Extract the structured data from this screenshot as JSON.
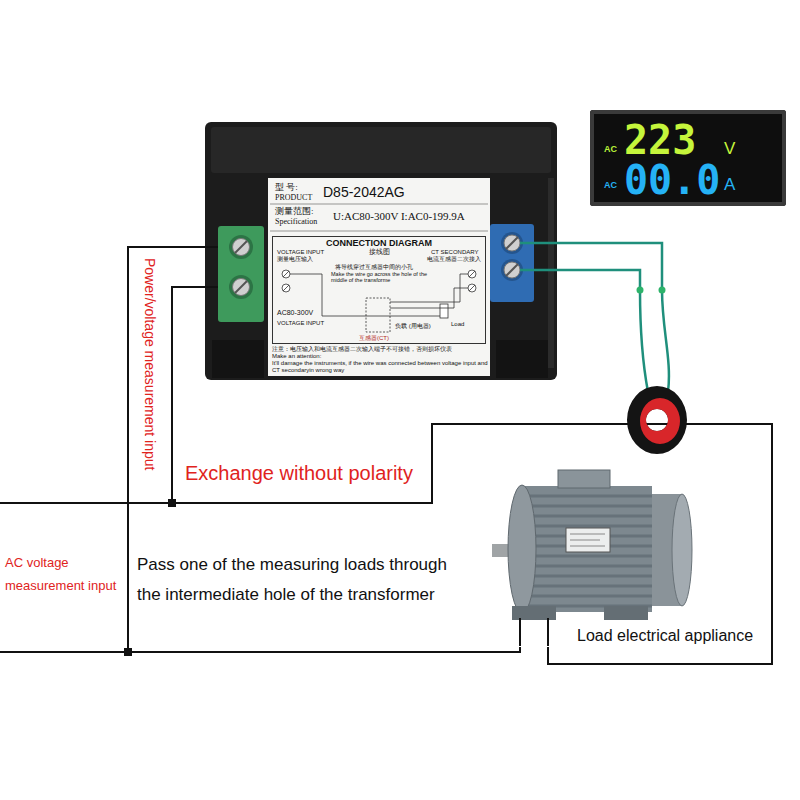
{
  "diagram": {
    "nodes": [
      {
        "text": [
          "型 号:",
          "PRODUCT",
          "D85-2042AG",
          "测量范围:",
          "Specification",
          "U:AC80-300V I:AC0-199.9A",
          "注意：电压输入和电流互感器二次输入端子不可接错，否则损坏仪表",
          "Make an attention:",
          "It'll damage the instruments, if the wire was connected between voltage input and CT secondaryin wrong way"
        ]
      },
      {
        "text": [
          "CONNECTION DIAGRAM",
          "接线图",
          "VOLTAGE INPUT",
          "测量电压输入",
          "CT SECONDARY",
          "电流互感器二次接入",
          "将导线穿过互感器中间的小孔",
          "Make the wire go across the hole of the middle of the transforme",
          "AC80-300V",
          "VOLTAGE INPUT",
          "互感器(CT)",
          "负载 (用电器)",
          "Load"
        ],
        "in": 0
      },
      {
        "text": [
          "AC",
          "223",
          "V",
          "AC",
          "00.0",
          "A"
        ]
      },
      {
        "text": [
          "Load electrical appliance"
        ]
      }
    ],
    "edges": [
      {
        "from": 0,
        "to": 3,
        "arrow": "none"
      },
      {
        "from": 0,
        "to": 3,
        "arrow": "none"
      }
    ],
    "labels": [
      "Power/voltage measurement input",
      "Exchange without polarity",
      "AC voltage measurement input",
      "Pass one of the measuring loads through the intermediate hole of the transformer"
    ]
  }
}
